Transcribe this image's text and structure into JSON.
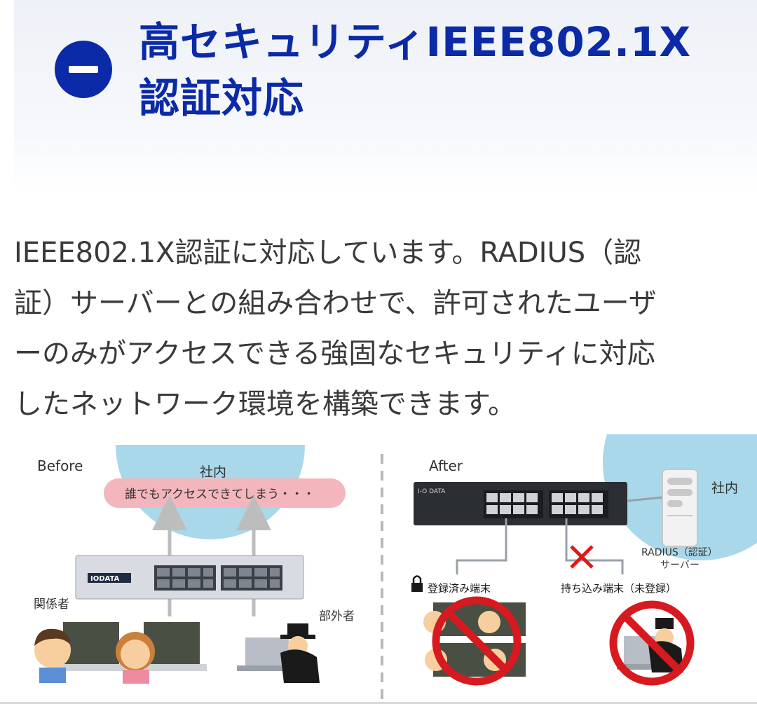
{
  "section": {
    "heading_line1": "高セキュリティIEEE802.1X",
    "heading_line2": "認証対応",
    "collapse_icon": "minus-circle-icon",
    "accent_color": "#0a2aa8"
  },
  "description": {
    "line1": "IEEE802.1X認証に対応しています。RADIUS（認",
    "line2": "証）サーバーとの組み合わせで、許可されたユーザ",
    "line3": "ーのみがアクセスできる強固なセキュリティに対応",
    "line4": "したネットワーク環境を構築できます。"
  },
  "diagram": {
    "before": {
      "label": "Before",
      "zone_label": "社内",
      "warning": "誰でもアクセスできてしまう・・・",
      "insider_label": "関係者",
      "outsider_label": "部外者",
      "switch_brand": "IODATA"
    },
    "after": {
      "label": "After",
      "zone_label": "社内",
      "server_label_line1": "RADIUS（認証）",
      "server_label_line2": "サーバー",
      "registered_label": "登録済み端末",
      "unregistered_label": "持ち込み端末（未登録）",
      "switch_brand": "I-O DATA"
    }
  }
}
